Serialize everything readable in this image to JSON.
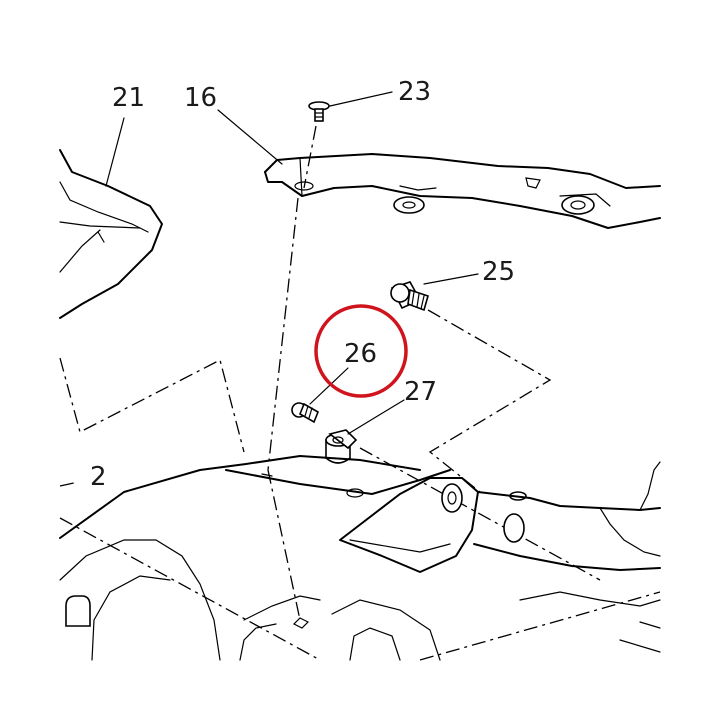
{
  "callouts": [
    {
      "id": "21",
      "text": "21"
    },
    {
      "id": "16",
      "text": "16"
    },
    {
      "id": "23",
      "text": "23"
    },
    {
      "id": "25",
      "text": "25"
    },
    {
      "id": "26",
      "text": "26"
    },
    {
      "id": "27",
      "text": "27"
    },
    {
      "id": "2",
      "text": "2"
    }
  ],
  "highlight": {
    "part": "26",
    "color": "#d0141e"
  }
}
